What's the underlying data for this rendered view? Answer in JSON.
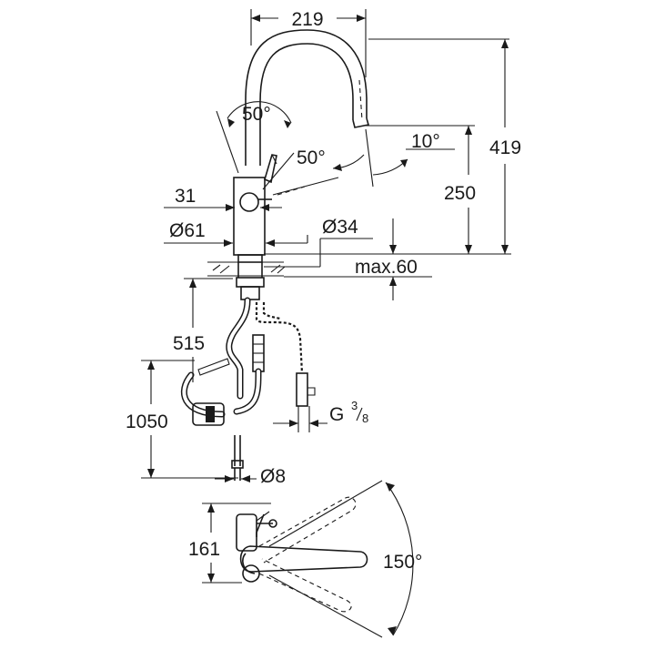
{
  "dimensions": {
    "spout_reach": "219",
    "total_height": "419",
    "spout_height": "250",
    "lever_angle": "50°",
    "spray_angle": "50°",
    "spout_tilt": "10°",
    "lever_offset": "31",
    "base_diameter": "Ø61",
    "hole_diameter": "Ø34",
    "max_thickness": "max.60",
    "hose_length": "515",
    "flex_length": "1050",
    "connection_prefix": "G",
    "connection_num": "3",
    "connection_den": "8",
    "pipe_diameter": "Ø8",
    "top_depth": "161",
    "swivel_angle": "150°"
  }
}
